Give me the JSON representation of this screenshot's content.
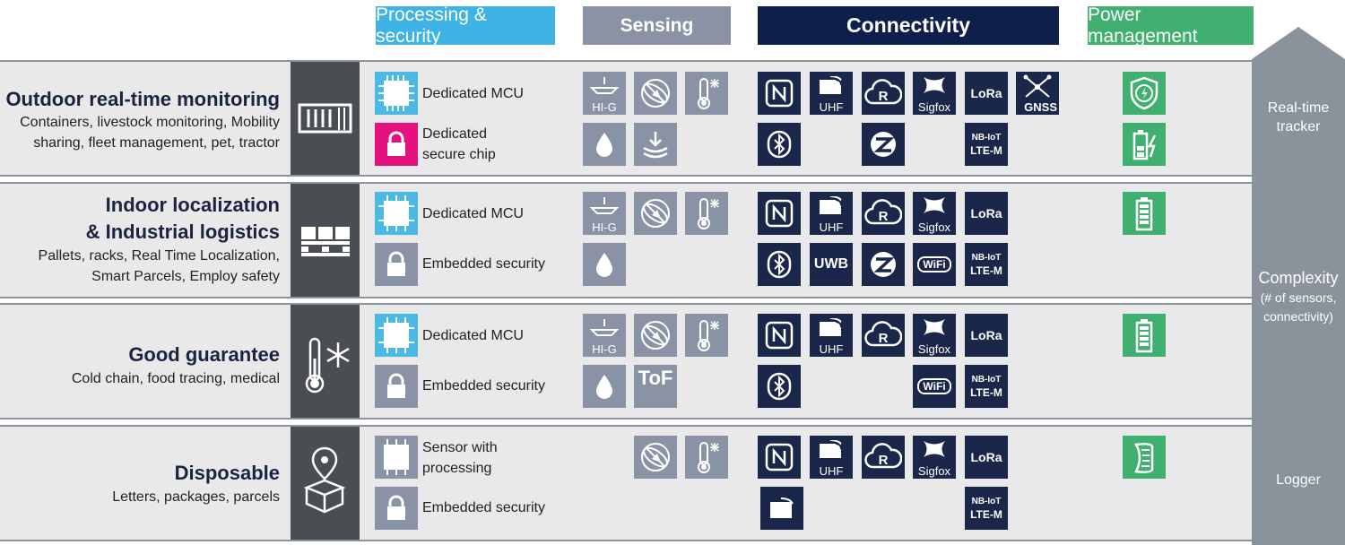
{
  "headers": {
    "processing": "Processing & security",
    "sensing": "Sensing",
    "connectivity": "Connectivity",
    "power": "Power management"
  },
  "colors": {
    "processing": "#3fb3e6",
    "sensing": "#8a93a6",
    "connectivity": "#0e1f4b",
    "power": "#3fb070",
    "pink_chip": "#e6117f",
    "row_bg": "#e9e9ea",
    "dark_block": "#4a4d52"
  },
  "rows": [
    {
      "title_lines": [
        "Outdoor real-time monitoring"
      ],
      "sub_lines": [
        "Containers, livestock monitoring, Mobility",
        "sharing, fleet management, pet, tractor"
      ],
      "icon": "container-icon",
      "processing": [
        {
          "icon": "chip-icon",
          "label": "Dedicated MCU"
        },
        {
          "icon": "lock-icon",
          "label_lines": [
            "Dedicated",
            "secure chip"
          ]
        }
      ]
    },
    {
      "title_lines": [
        "Indoor localization",
        "& Industrial logistics"
      ],
      "sub_lines": [
        "Pallets, racks, Real Time Localization,",
        "Smart Parcels, Employ safety"
      ],
      "icon": "pallet-icon",
      "processing": [
        {
          "icon": "chip-icon",
          "label": "Dedicated MCU"
        },
        {
          "icon": "lock-icon",
          "label": "Embedded security"
        }
      ]
    },
    {
      "title_lines": [
        "Good guarantee"
      ],
      "sub_lines": [
        "Cold chain, food tracing, medical"
      ],
      "icon": "thermometer-snowflake-icon",
      "processing": [
        {
          "icon": "chip-icon",
          "label": "Dedicated MCU"
        },
        {
          "icon": "lock-icon",
          "label": "Embedded security"
        }
      ]
    },
    {
      "title_lines": [
        "Disposable"
      ],
      "sub_lines": [
        "Letters, packages, parcels"
      ],
      "icon": "location-box-icon",
      "processing": [
        {
          "icon": "chip-grey-icon",
          "label_lines": [
            "Sensor with",
            "processing"
          ]
        },
        {
          "icon": "lock-icon",
          "label": "Embedded security"
        }
      ]
    }
  ],
  "tile_labels": {
    "hig": "HI-G",
    "uhf": "UHF",
    "sigfox": "Sigfox",
    "lora": "LoRa",
    "gnss": "GNSS",
    "uwb": "UWB",
    "wifi": "WiFi",
    "nbiot": "NB-IoT",
    "ltem": "LTE-M",
    "tof": "ToF"
  },
  "arrow": {
    "top": [
      "Real-time",
      "tracker"
    ],
    "middle_title": "Complexity",
    "middle_sub": [
      "(# of sensors,",
      "connectivity)"
    ],
    "bottom": "Logger"
  }
}
